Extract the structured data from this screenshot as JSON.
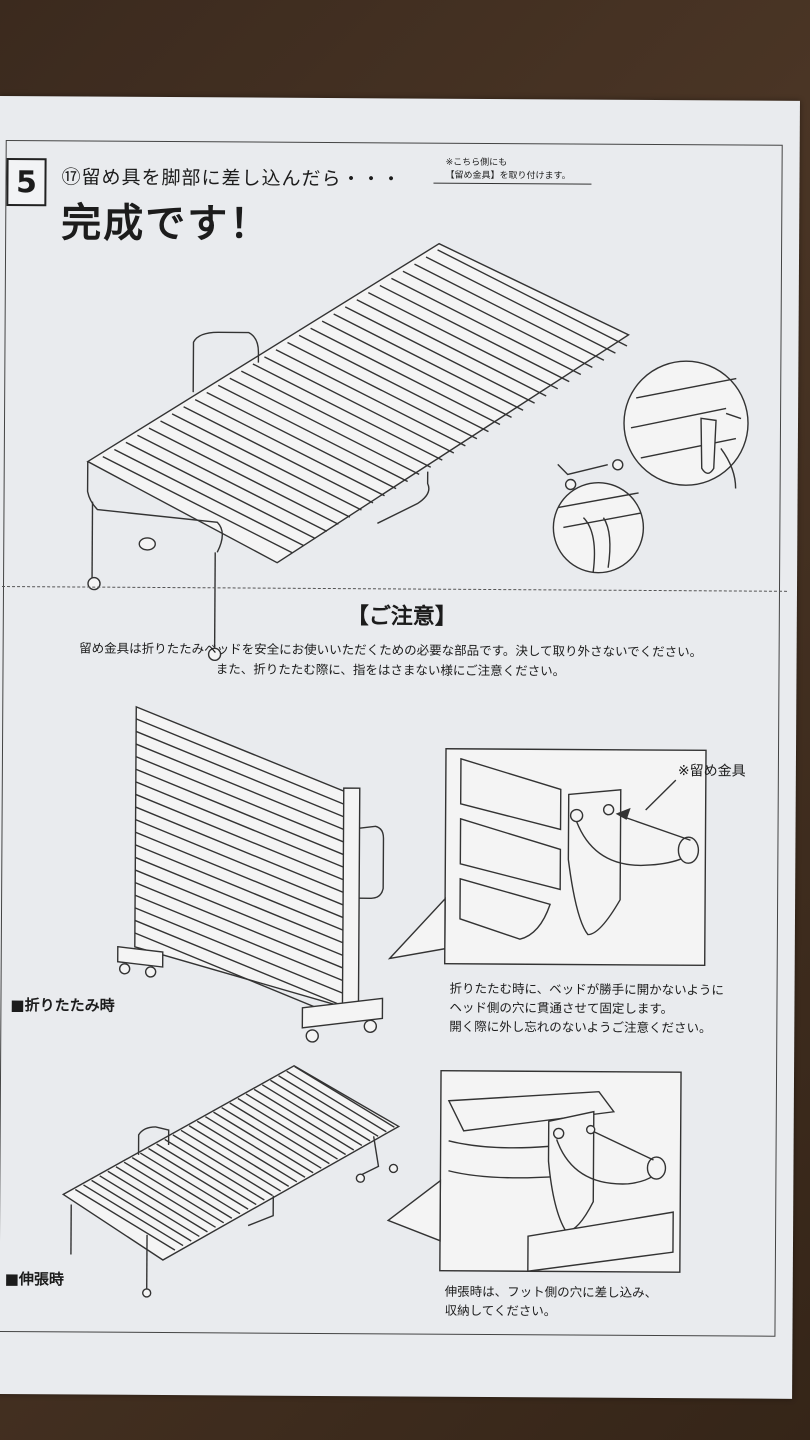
{
  "step": {
    "number": "5",
    "instruction": "⑰留め具を脚部に差し込んだら・・・",
    "headline": "完成です！",
    "side_note_line1": "※こちら側にも",
    "side_note_line2": "【留め金具】を取り付けます。"
  },
  "caution": {
    "title": "【ご注意】",
    "line1": "留め金具は折りたたみベッドを安全にお使いいただくための必要な部品です。決して取り外さないでください。",
    "line2": "また、折りたたむ際に、指をはさまない様にご注意ください。"
  },
  "folded": {
    "label": "■折りたたみ時",
    "callout": "※留め金具",
    "desc_line1": "折りたたむ時に、ベッドが勝手に開かないように",
    "desc_line2": "ヘッド側の穴に貫通させて固定します。",
    "desc_line3": "開く際に外し忘れのないようご注意ください。"
  },
  "extended": {
    "label": "■伸張時",
    "desc_line1": "伸張時は、フット側の穴に差し込み、",
    "desc_line2": "収納してください。"
  }
}
